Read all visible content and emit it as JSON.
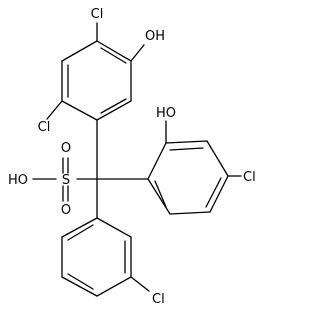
{
  "molecule": {
    "atom_labels": {
      "cl_top": "Cl",
      "oh_top": "OH",
      "cl_left": "Cl",
      "oh_right": "HO",
      "sulfonic_oh": "HO",
      "sulfur": "S",
      "oxygen_upper": "O",
      "oxygen_lower": "O",
      "cl_right": "Cl",
      "cl_bottom": "Cl"
    }
  }
}
